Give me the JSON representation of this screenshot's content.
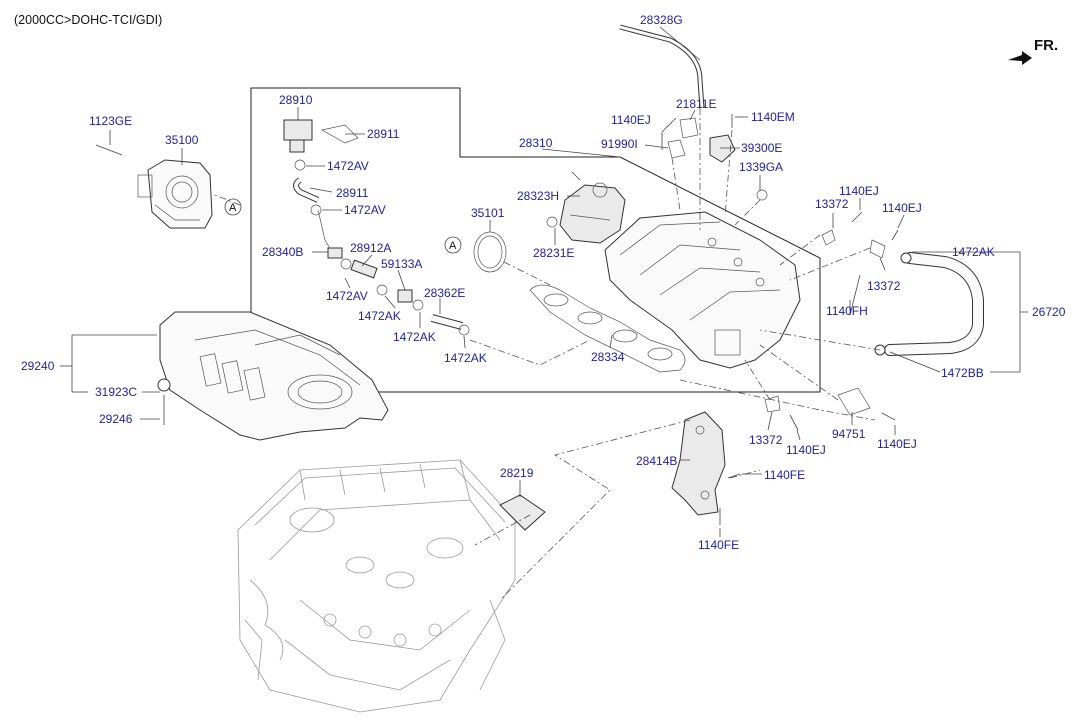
{
  "header": "(2000CC>DOHC-TCI/GDI)",
  "direction_label": "FR.",
  "reference_marker": "A",
  "parts": {
    "p28328G": "28328G",
    "p28910": "28910",
    "p28911a": "28911",
    "p1472AVa": "1472AV",
    "p28911b": "28911",
    "p1472AVb": "1472AV",
    "p28340B": "28340B",
    "p28912A": "28912A",
    "p59133A": "59133A",
    "p1472AVc": "1472AV",
    "p1472AKa": "1472AK",
    "p28362E": "28362E",
    "p1472AKb": "1472AK",
    "p1472AKc": "1472AK",
    "p1123GE": "1123GE",
    "p35100": "35100",
    "p28310": "28310",
    "p1140EJa": "1140EJ",
    "p21811E": "21811E",
    "p1140EM": "1140EM",
    "p91990I": "91990I",
    "p39300E": "39300E",
    "p1339GA": "1339GA",
    "p28323H": "28323H",
    "p35101": "35101",
    "p28231E": "28231E",
    "p1140EJb": "1140EJ",
    "p13372a": "13372",
    "p1140EJc": "1140EJ",
    "p1472AKd": "1472AK",
    "p13372b": "13372",
    "p1140FH": "1140FH",
    "p26720": "26720",
    "p28334": "28334",
    "p1472BB": "1472BB",
    "p29240": "29240",
    "p31923C": "31923C",
    "p29246": "29246",
    "p13372c": "13372",
    "p1140EJd": "1140EJ",
    "p94751": "94751",
    "p1140EJe": "1140EJ",
    "p28414B": "28414B",
    "p1140FEa": "1140FE",
    "p28219": "28219",
    "p1140FEb": "1140FE"
  },
  "icons": [
    "arrow-icon",
    "bolt-icon",
    "clamp-icon",
    "gasket-icon"
  ],
  "colors": {
    "label": "#1f1f9c",
    "line": "#222222"
  }
}
